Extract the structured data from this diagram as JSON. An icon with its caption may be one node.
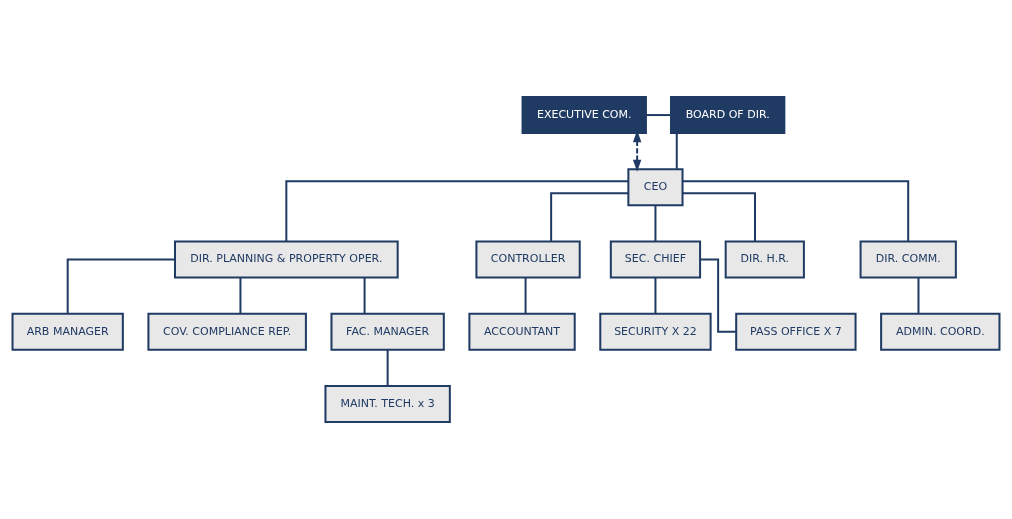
{
  "diagram": {
    "nodes": [
      {
        "text": [
          "EXECUTIVE COM."
        ]
      },
      {
        "text": [
          "BOARD OF DIR."
        ]
      },
      {
        "text": [
          "CEO"
        ]
      },
      {
        "text": [
          "DIR. PLANNING & PROPERTY OPER."
        ]
      },
      {
        "text": [
          "CONTROLLER"
        ]
      },
      {
        "text": [
          "SEC. CHIEF"
        ]
      },
      {
        "text": [
          "DIR. H.R."
        ]
      },
      {
        "text": [
          "DIR. COMM."
        ]
      },
      {
        "text": [
          "ARB MANAGER"
        ]
      },
      {
        "text": [
          "COV. COMPLIANCE REP."
        ]
      },
      {
        "text": [
          "FAC. MANAGER"
        ]
      },
      {
        "text": [
          "MAINT. TECH. x 3"
        ]
      },
      {
        "text": [
          "ACCOUNTANT"
        ]
      },
      {
        "text": [
          "SECURITY X 22"
        ]
      },
      {
        "text": [
          "PASS OFFICE X 7"
        ]
      },
      {
        "text": [
          "ADMIN. COORD."
        ]
      }
    ],
    "edges": [
      {
        "from": 0,
        "to": 1,
        "arrow": "none"
      },
      {
        "from": 1,
        "to": 2,
        "arrow": "none"
      },
      {
        "from": 0,
        "to": 2,
        "arrow": "both",
        "style": "dashed"
      },
      {
        "from": 2,
        "to": 3,
        "arrow": "none"
      },
      {
        "from": 2,
        "to": 4,
        "arrow": "none"
      },
      {
        "from": 2,
        "to": 5,
        "arrow": "none"
      },
      {
        "from": 2,
        "to": 6,
        "arrow": "none"
      },
      {
        "from": 2,
        "to": 7,
        "arrow": "none"
      },
      {
        "from": 3,
        "to": 8,
        "arrow": "none"
      },
      {
        "from": 3,
        "to": 9,
        "arrow": "none"
      },
      {
        "from": 3,
        "to": 10,
        "arrow": "none"
      },
      {
        "from": 10,
        "to": 11,
        "arrow": "none"
      },
      {
        "from": 4,
        "to": 12,
        "arrow": "none"
      },
      {
        "from": 5,
        "to": 13,
        "arrow": "none"
      },
      {
        "from": 5,
        "to": 14,
        "arrow": "none"
      },
      {
        "from": 7,
        "to": 15,
        "arrow": "none"
      }
    ]
  }
}
